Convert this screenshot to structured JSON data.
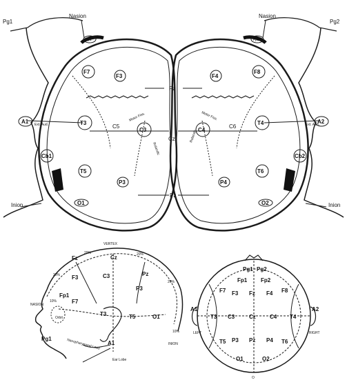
{
  "top_figure": {
    "pg1": "Pg1",
    "pg2": "Pg2",
    "nasion_left": "Nasion",
    "nasion_right": "Nasion",
    "inion_left": "Inion",
    "inion_right": "Inion",
    "fz": "Fz",
    "pz": "Pz",
    "cz": "Cz",
    "c5": "C5",
    "c6": "C6",
    "ear_left": "A1",
    "ear_right": "A2",
    "electrodes_left": [
      "F7",
      "F3",
      "T3",
      "C3",
      "T5",
      "P3",
      "O1",
      "Cb1",
      "Fp1"
    ],
    "electrodes_right": [
      "F8",
      "F4",
      "T4",
      "C4",
      "T6",
      "P4",
      "O2",
      "Cb2",
      "Fp2"
    ],
    "small_notes": [
      "Motor Fiss.",
      "Rolandic",
      "Sylvian",
      "Ext. Aud.",
      "Sagittal",
      "Pre Fiss."
    ]
  },
  "side_view": {
    "vertex": "VERTEX",
    "nasion": "NASION",
    "inion": "INION",
    "ear_lobe": "Ear Lobe",
    "orbit": "Orbit",
    "nasopharyngeal": "Nasopharyngeal Lead",
    "percent_labels": [
      "10%",
      "20%",
      "20%",
      "20%",
      "20%",
      "10%"
    ],
    "electrodes": [
      "Fz",
      "Cz",
      "F3",
      "C3",
      "Pz",
      "P3",
      "Fp1",
      "F7",
      "T3",
      "T5",
      "O1",
      "A1",
      "Pg1"
    ]
  },
  "top_view": {
    "left": "LEFT",
    "right": "RIGHT",
    "a1": "A1",
    "a2": "A2",
    "bottom_mark": "O",
    "electrodes": [
      "Pg1",
      "Pg2",
      "Fp1",
      "Fp2",
      "F7",
      "F3",
      "Fz",
      "F4",
      "F8",
      "T3",
      "C3",
      "Cz",
      "C4",
      "T4",
      "T5",
      "P3",
      "Pz",
      "P4",
      "T6",
      "O1",
      "O2"
    ]
  }
}
